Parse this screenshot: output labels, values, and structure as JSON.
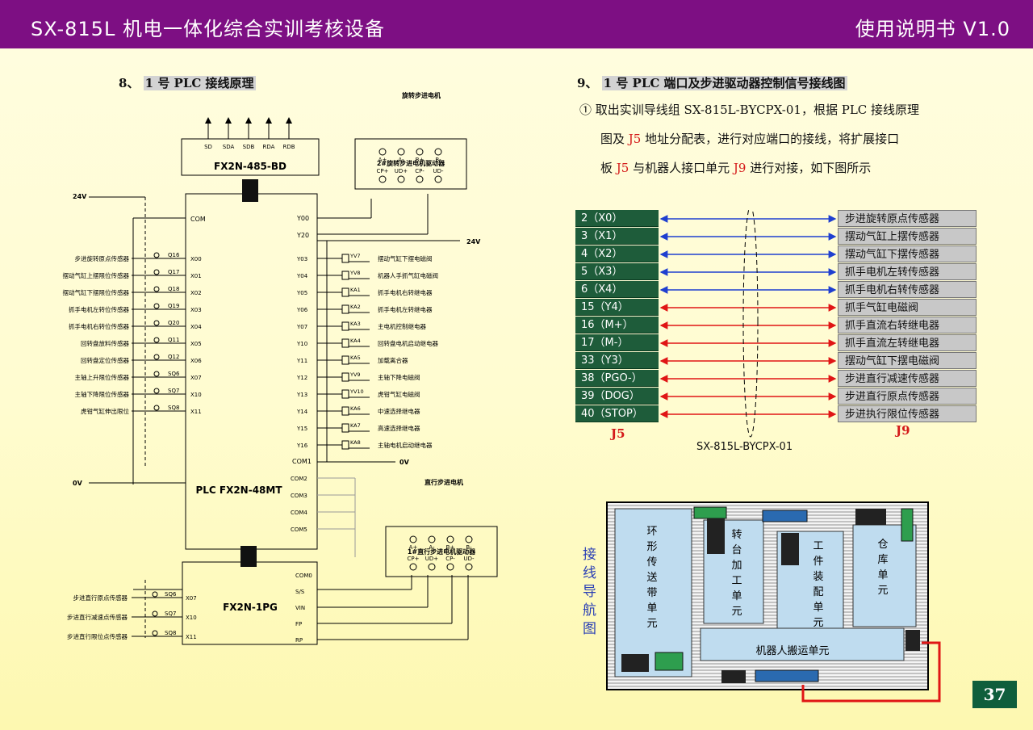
{
  "header": {
    "left": "SX-815L 机电一体化综合实训考核设备",
    "right": "使用说明书  V1.0"
  },
  "section8": {
    "num": "8、",
    "title": "1 号 PLC 接线原理"
  },
  "section9": {
    "num": "9、",
    "title": "1 号 PLC 端口及步进驱动器控制信号接线图"
  },
  "instruction": {
    "p1": "① 取出实训导线组 SX-815L-BYCPX-01，根据 PLC 接线原理",
    "p2a": "图及 ",
    "p2r": "J5",
    "p2b": " 地址分配表，进行对应端口的接线，将扩展接口",
    "p3a": "板 ",
    "p3r1": "J5",
    "p3b": " 与机器人接口单元 ",
    "p3r2": "J9",
    "p3c": " 进行对接，如下图所示"
  },
  "wiring": {
    "left_label": "J5",
    "right_label": "J9",
    "cable_label": "SX-815L-BYCPX-01",
    "rows": [
      {
        "pin": "2（X0）",
        "name": "步进旋转原点传感器",
        "color": "#1f3fd0"
      },
      {
        "pin": "3（X1）",
        "name": "摆动气缸上摆传感器",
        "color": "#1f3fd0"
      },
      {
        "pin": "4（X2）",
        "name": "摆动气缸下摆传感器",
        "color": "#1f3fd0"
      },
      {
        "pin": "5（X3）",
        "name": "抓手电机左转传感器",
        "color": "#1f3fd0"
      },
      {
        "pin": "6（X4）",
        "name": "抓手电机右转传感器",
        "color": "#1f3fd0"
      },
      {
        "pin": "15（Y4）",
        "name": "抓手气缸电磁阀",
        "color": "#e01515"
      },
      {
        "pin": "16（M+）",
        "name": "抓手直流右转继电器",
        "color": "#e01515"
      },
      {
        "pin": "17（M-）",
        "name": "抓手直流左转继电器",
        "color": "#e01515"
      },
      {
        "pin": "33（Y3）",
        "name": "摆动气缸下摆电磁阀",
        "color": "#e01515"
      },
      {
        "pin": "38（PGO-）",
        "name": "步进直行减速传感器",
        "color": "#e01515"
      },
      {
        "pin": "39（DOG）",
        "name": "步进直行原点传感器",
        "color": "#e01515"
      },
      {
        "pin": "40（STOP）",
        "name": "步进执行限位传感器",
        "color": "#e01515"
      }
    ]
  },
  "nav": {
    "title": "接线导航图",
    "units": {
      "conveyor": "环形传送带单元",
      "turntable": "转台加工单元",
      "assembly": "工件装配单元",
      "warehouse": "仓库单元",
      "robot": "机器人搬运单元"
    }
  },
  "plc": {
    "bd_label": "FX2N-485-BD",
    "bd_terms": [
      "SD",
      "SDA",
      "SDB",
      "RDA",
      "RDB"
    ],
    "plc_label": "PLC FX2N-48MT",
    "pg_label": "FX2N-1PG",
    "v24_left": "24V",
    "v24_right": "24V",
    "v0_left": "0V",
    "v0_right": "0V",
    "com": "COM",
    "rotary_motor": "旋转步进电机",
    "rotary_driver": "2#旋转步进电机驱动器",
    "linear_motor": "直行步进电机",
    "linear_driver": "1#直行步进电机驱动器",
    "drv_top": [
      "A+",
      "A-",
      "B+",
      "B-"
    ],
    "drv_bot": [
      "CP+",
      "UD+",
      "CP-",
      "UD-"
    ],
    "inputs": [
      {
        "sensor": "步进旋转原点传感器",
        "dev": "Q16",
        "port": "X00"
      },
      {
        "sensor": "摆动气缸上摆限位传感器",
        "dev": "Q17",
        "port": "X01"
      },
      {
        "sensor": "摆动气缸下摆限位传感器",
        "dev": "Q18",
        "port": "X02"
      },
      {
        "sensor": "抓手电机左转位传感器",
        "dev": "Q19",
        "port": "X03"
      },
      {
        "sensor": "抓手电机右转位传感器",
        "dev": "Q20",
        "port": "X04"
      },
      {
        "sensor": "回转盘放料传感器",
        "dev": "Q11",
        "port": "X05"
      },
      {
        "sensor": "回转盘定位传感器",
        "dev": "Q12",
        "port": "X06"
      },
      {
        "sensor": "主轴上升限位传感器",
        "dev": "SQ6",
        "port": "X07"
      },
      {
        "sensor": "主轴下降限位传感器",
        "dev": "SQ7",
        "port": "X10"
      },
      {
        "sensor": "虎钳气缸伸出限位",
        "dev": "SQ8",
        "port": "X11"
      }
    ],
    "outputs": [
      {
        "port": "Y03",
        "dev": "YV7",
        "name": "摆动气缸下摆电磁阀"
      },
      {
        "port": "Y04",
        "dev": "YV8",
        "name": "机器人手抓气缸电磁阀"
      },
      {
        "port": "Y05",
        "dev": "KA1",
        "name": "抓手电机右转继电器"
      },
      {
        "port": "Y06",
        "dev": "KA2",
        "name": "抓手电机左转继电器"
      },
      {
        "port": "Y07",
        "dev": "KA3",
        "name": "主电机控制继电器"
      },
      {
        "port": "Y10",
        "dev": "KA4",
        "name": "回转盘电机启动继电器"
      },
      {
        "port": "Y11",
        "dev": "KA5",
        "name": "加载离合器"
      },
      {
        "port": "Y12",
        "dev": "YV9",
        "name": "主轴下降电磁阀"
      },
      {
        "port": "Y13",
        "dev": "YV10",
        "name": "虎钳气缸电磁阀"
      },
      {
        "port": "Y14",
        "dev": "KA6",
        "name": "中速选择继电器"
      },
      {
        "port": "Y15",
        "dev": "KA7",
        "name": "高速选择继电器"
      },
      {
        "port": "Y16",
        "dev": "KA8",
        "name": "主轴电机启动继电器"
      }
    ],
    "y00": "Y00",
    "y20": "Y20",
    "com1": "COM1",
    "coms": [
      "COM2",
      "COM3",
      "COM4",
      "COM5"
    ],
    "pg_inputs": [
      {
        "sensor": "步进直行原点传感器",
        "dev": "SQ6",
        "port": "X07"
      },
      {
        "sensor": "步进直行减速点传感器",
        "dev": "SQ7",
        "port": "X10"
      },
      {
        "sensor": "步进直行限位点传感器",
        "dev": "SQ8",
        "port": "X11"
      }
    ],
    "pg_right": [
      "COM0",
      "S/S",
      "VIN",
      "FP",
      "RP"
    ]
  },
  "page_number": "37"
}
